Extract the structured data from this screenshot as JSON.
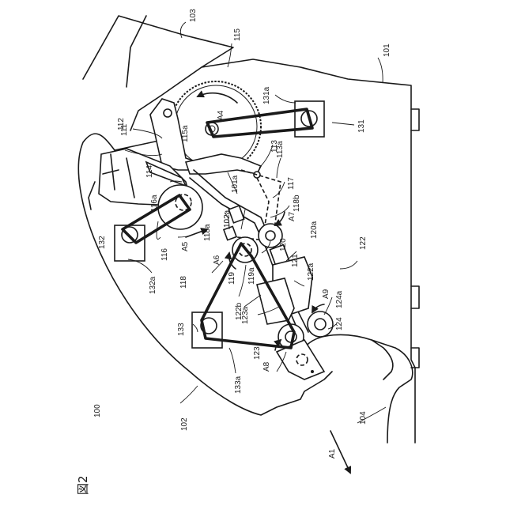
{
  "figure_title": "図2",
  "labels": {
    "l100": "100",
    "l101": "101",
    "l101a": "101a",
    "l102": "102",
    "l102a": "102a",
    "l103": "103",
    "l104": "104",
    "l111": "111",
    "l112": "112",
    "l113": "113",
    "l113a": "113a",
    "l114": "114",
    "l115": "115",
    "l115a": "115a",
    "l116": "116",
    "l116a": "116a",
    "l117": "117",
    "l118": "118",
    "l118a": "118a",
    "l118b": "118b",
    "l119": "119",
    "l119a": "119a",
    "l120": "120",
    "l120a": "120a",
    "l121": "121",
    "l122": "122",
    "l122a": "122a",
    "l122b": "122b",
    "l123": "123",
    "l123a": "123a",
    "l124": "124",
    "l124a": "124a",
    "l131": "131",
    "l131a": "131a",
    "l132": "132",
    "l132a": "132a",
    "l133": "133",
    "l133a": "133a",
    "A1": "A1",
    "A4": "A4",
    "A5": "A5",
    "A6": "A6",
    "A7": "A7",
    "A8": "A8",
    "A9": "A9"
  }
}
